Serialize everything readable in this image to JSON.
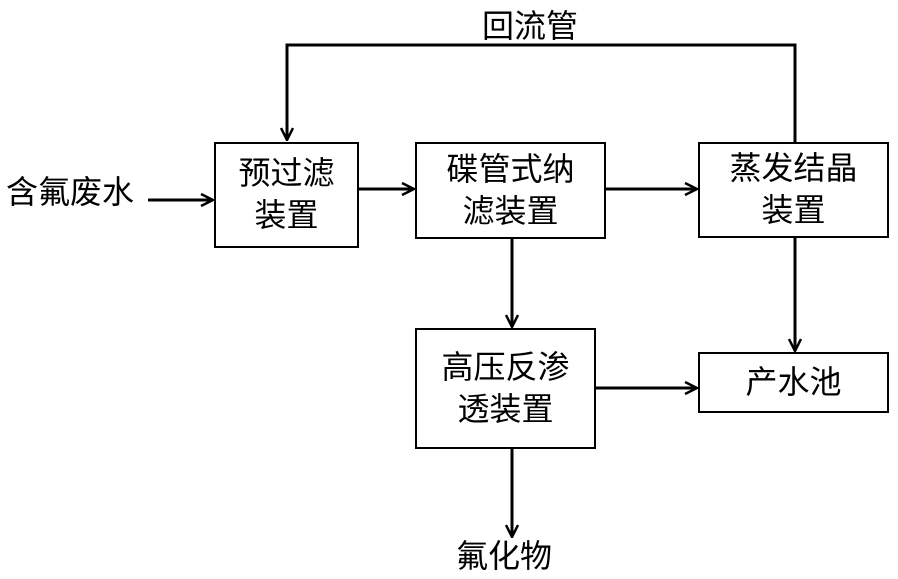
{
  "input_label": "含氟废水",
  "reflux_label": "回流管",
  "output_label": "氟化物",
  "boxes": {
    "prefilter": {
      "line1": "预过滤",
      "line2": "装置"
    },
    "dtnf": {
      "line1": "碟管式纳",
      "line2": "滤装置"
    },
    "evap": {
      "line1": "蒸发结晶",
      "line2": "装置"
    },
    "hpro": {
      "line1": "高压反渗",
      "line2": "透装置"
    },
    "pool": {
      "line1": "产水池"
    }
  }
}
